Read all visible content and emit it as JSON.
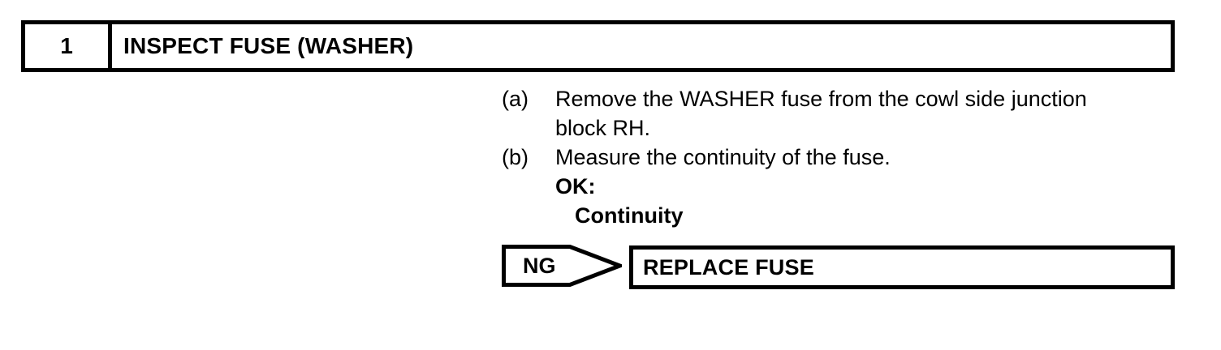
{
  "step": {
    "number": "1",
    "title": "INSPECT FUSE (WASHER)"
  },
  "instructions": [
    {
      "marker": "(a)",
      "text": "Remove the WASHER fuse from the cowl side junction",
      "bold": false,
      "indent": false
    },
    {
      "marker": "",
      "text": "block RH.",
      "bold": false,
      "indent": false
    },
    {
      "marker": "(b)",
      "text": "Measure the continuity of the fuse.",
      "bold": false,
      "indent": false
    },
    {
      "marker": "",
      "text": "OK:",
      "bold": true,
      "indent": false
    },
    {
      "marker": "",
      "text": "Continuity",
      "bold": true,
      "indent": true
    }
  ],
  "result": {
    "arrow_label": "NG",
    "action_label": "REPLACE FUSE"
  },
  "colors": {
    "ink": "#000000",
    "paper": "#ffffff"
  }
}
